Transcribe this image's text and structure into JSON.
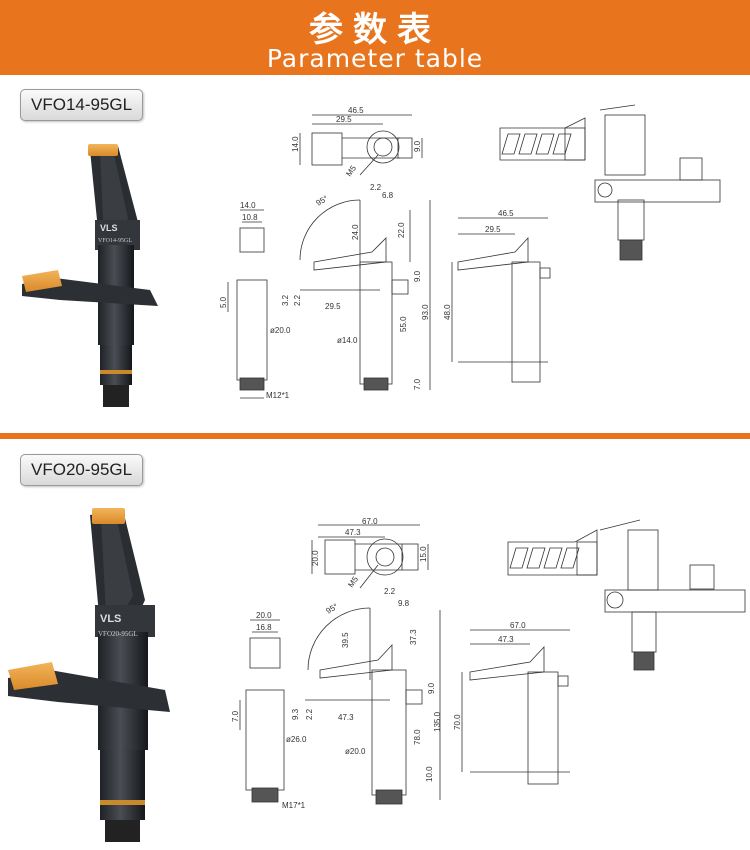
{
  "header": {
    "title_cn": "参数表",
    "title_en": "Parameter table"
  },
  "accent_color": "#e8741d",
  "products": [
    {
      "model": "VFO14-95GL",
      "brand": "VLS",
      "engraving": "VFO14-95GL",
      "dims": {
        "top_width": "46.5",
        "top_inner": "29.5",
        "top_height": "14.0",
        "top_side": "9.0",
        "thread_label_top": "M5",
        "left_width": "14.0",
        "left_inner": "10.8",
        "left_h": "5.0",
        "left_dia": "ø20.0",
        "left_thread": "M12*1",
        "angle": "95°",
        "h_2_2a": "2.2",
        "h_6_8": "6.8",
        "h_24": "24.0",
        "h_22": "22.0",
        "h_9": "9.0",
        "h_3_2": "3.2",
        "h_2_2b": "2.2",
        "w_29_5": "29.5",
        "h_55": "55.0",
        "h_93": "93.0",
        "dia_14": "ø14.0",
        "h_7": "7.0",
        "r_46_5": "46.5",
        "r_29_5": "29.5",
        "r_48": "48.0"
      }
    },
    {
      "model": "VFO20-95GL",
      "brand": "VLS",
      "engraving": "VFO20-95GL",
      "dims": {
        "top_width": "67.0",
        "top_inner": "47.3",
        "top_height": "20.0",
        "top_side": "15.0",
        "thread_label_top": "M5",
        "left_width": "20.0",
        "left_inner": "16.8",
        "left_h": "7.0",
        "left_dia": "ø26.0",
        "left_thread": "M17*1",
        "angle": "95°",
        "h_2_2a": "2.2",
        "h_6_8": "9.8",
        "h_24": "39.5",
        "h_22": "37.3",
        "h_9": "9.0",
        "h_3_2": "9.3",
        "h_2_2b": "2.2",
        "w_29_5": "47.3",
        "h_55": "78.0",
        "h_93": "135.0",
        "dia_14": "ø20.0",
        "h_7": "10.0",
        "r_46_5": "67.0",
        "r_29_5": "47.3",
        "r_48": "70.0"
      }
    }
  ]
}
